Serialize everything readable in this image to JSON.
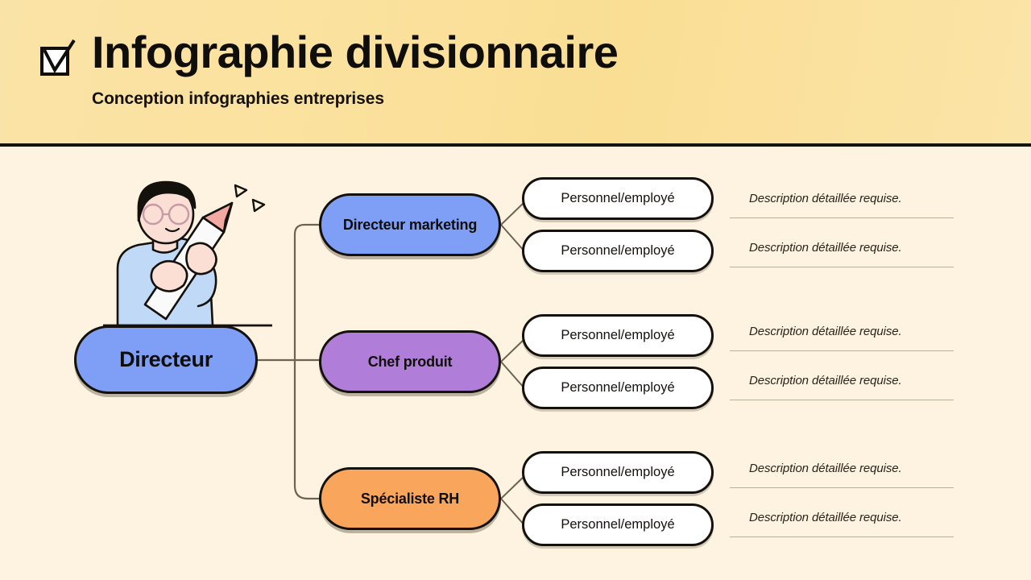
{
  "header": {
    "icon": "checkbox-checked-icon",
    "title": "Infographie divisionnaire",
    "subtitle": "Conception infographies entreprises",
    "background_color": "#F9E09C",
    "text_color": "#100E0A",
    "divider_color": "#16130E"
  },
  "canvas": {
    "background_color": "#FDF3E0",
    "connector_color": "#6E6353",
    "illustration": "person-with-pencil-illustration"
  },
  "root": {
    "label": "Directeur",
    "color": "#7F9FF6"
  },
  "divisions": [
    {
      "label": "Directeur marketing",
      "color": "#7F9FF6",
      "employees": [
        {
          "label": "Personnel/employé",
          "description": "Description détaillée requise."
        },
        {
          "label": "Personnel/employé",
          "description": "Description détaillée requise."
        }
      ]
    },
    {
      "label": "Chef produit",
      "color": "#B07ED9",
      "employees": [
        {
          "label": "Personnel/employé",
          "description": "Description détaillée requise."
        },
        {
          "label": "Personnel/employé",
          "description": "Description détaillée requise."
        }
      ]
    },
    {
      "label": "Spécialiste RH",
      "color": "#F9A65C",
      "employees": [
        {
          "label": "Personnel/employé",
          "description": "Description détaillée requise."
        },
        {
          "label": "Personnel/employé",
          "description": "Description détaillée requise."
        }
      ]
    }
  ]
}
